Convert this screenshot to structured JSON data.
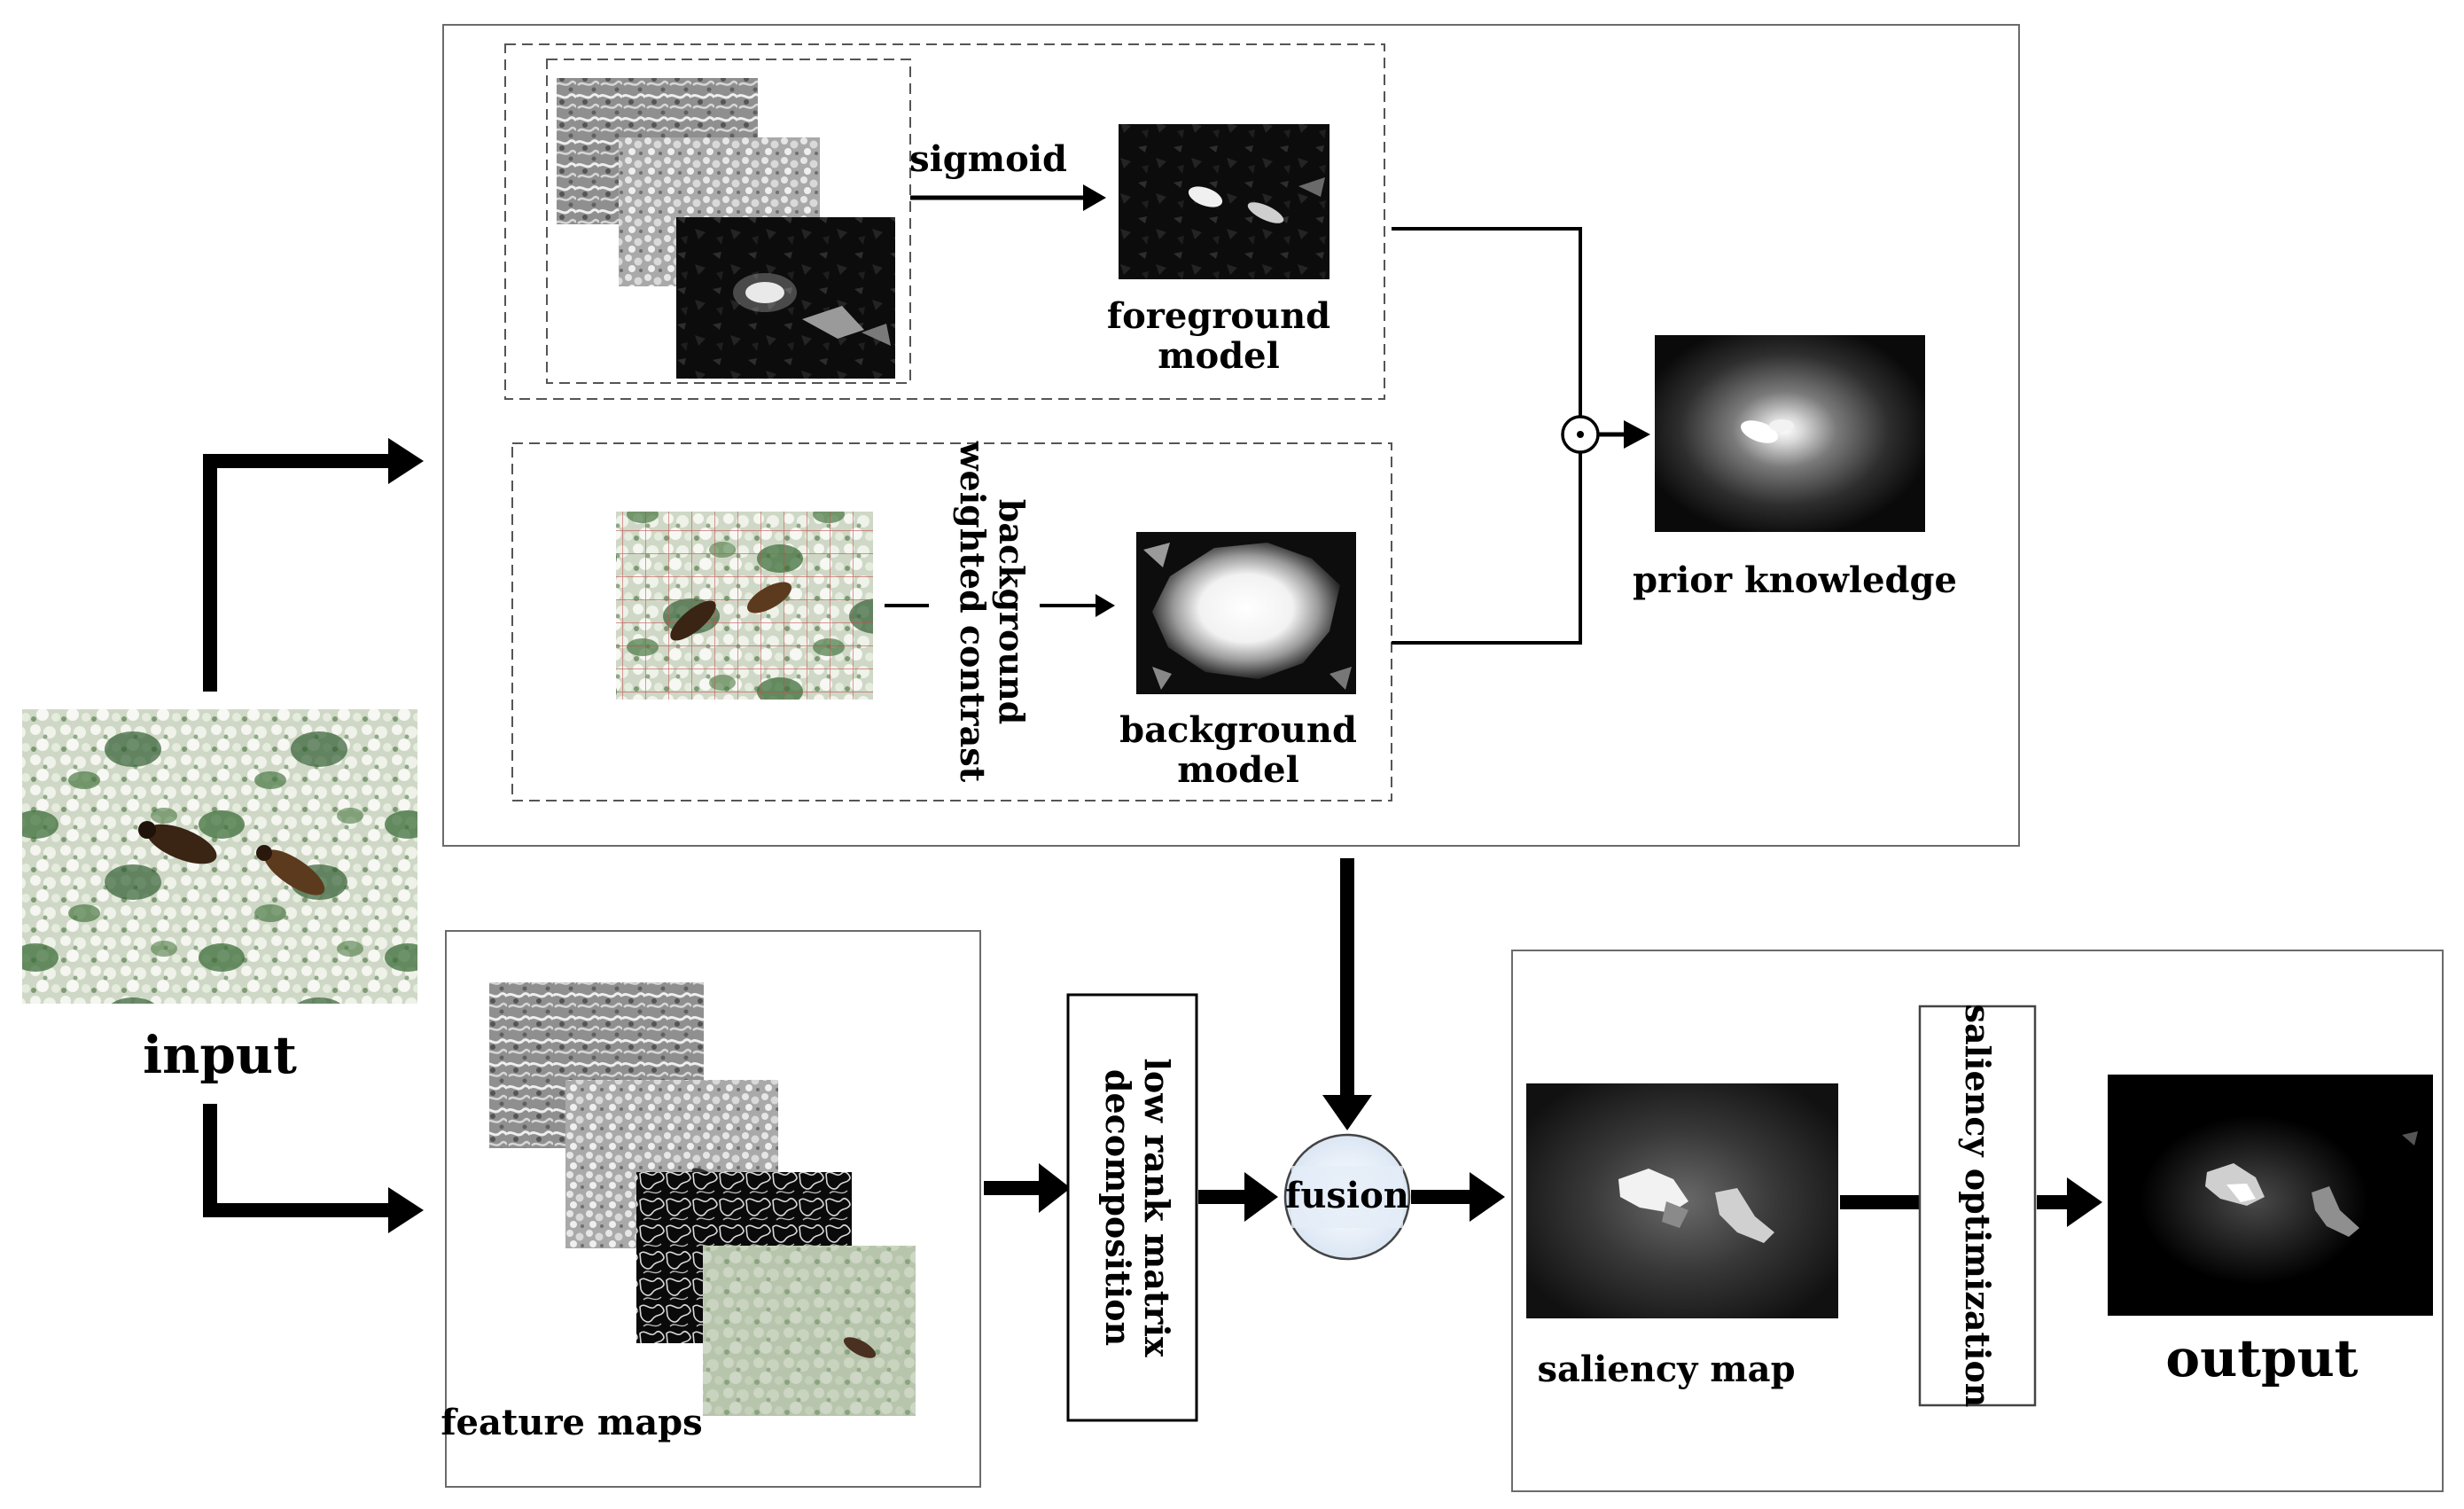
{
  "labels": {
    "input": "input",
    "sigmoid": "sigmoid",
    "foreground_model": [
      "foreground",
      "model"
    ],
    "background_weighted_contrast": [
      "background",
      "weighted contrast"
    ],
    "background_model": [
      "background",
      "model"
    ],
    "prior_knowledge": "prior knowledge",
    "feature_maps": "feature maps",
    "low_rank_decomposition": [
      "low rank matrix",
      "decomposition"
    ],
    "fusion": "fusion",
    "saliency_map": "saliency map",
    "saliency_optimization": "saliency optimization",
    "output": "output"
  },
  "operators": {
    "elementwise_product": "⊙"
  }
}
